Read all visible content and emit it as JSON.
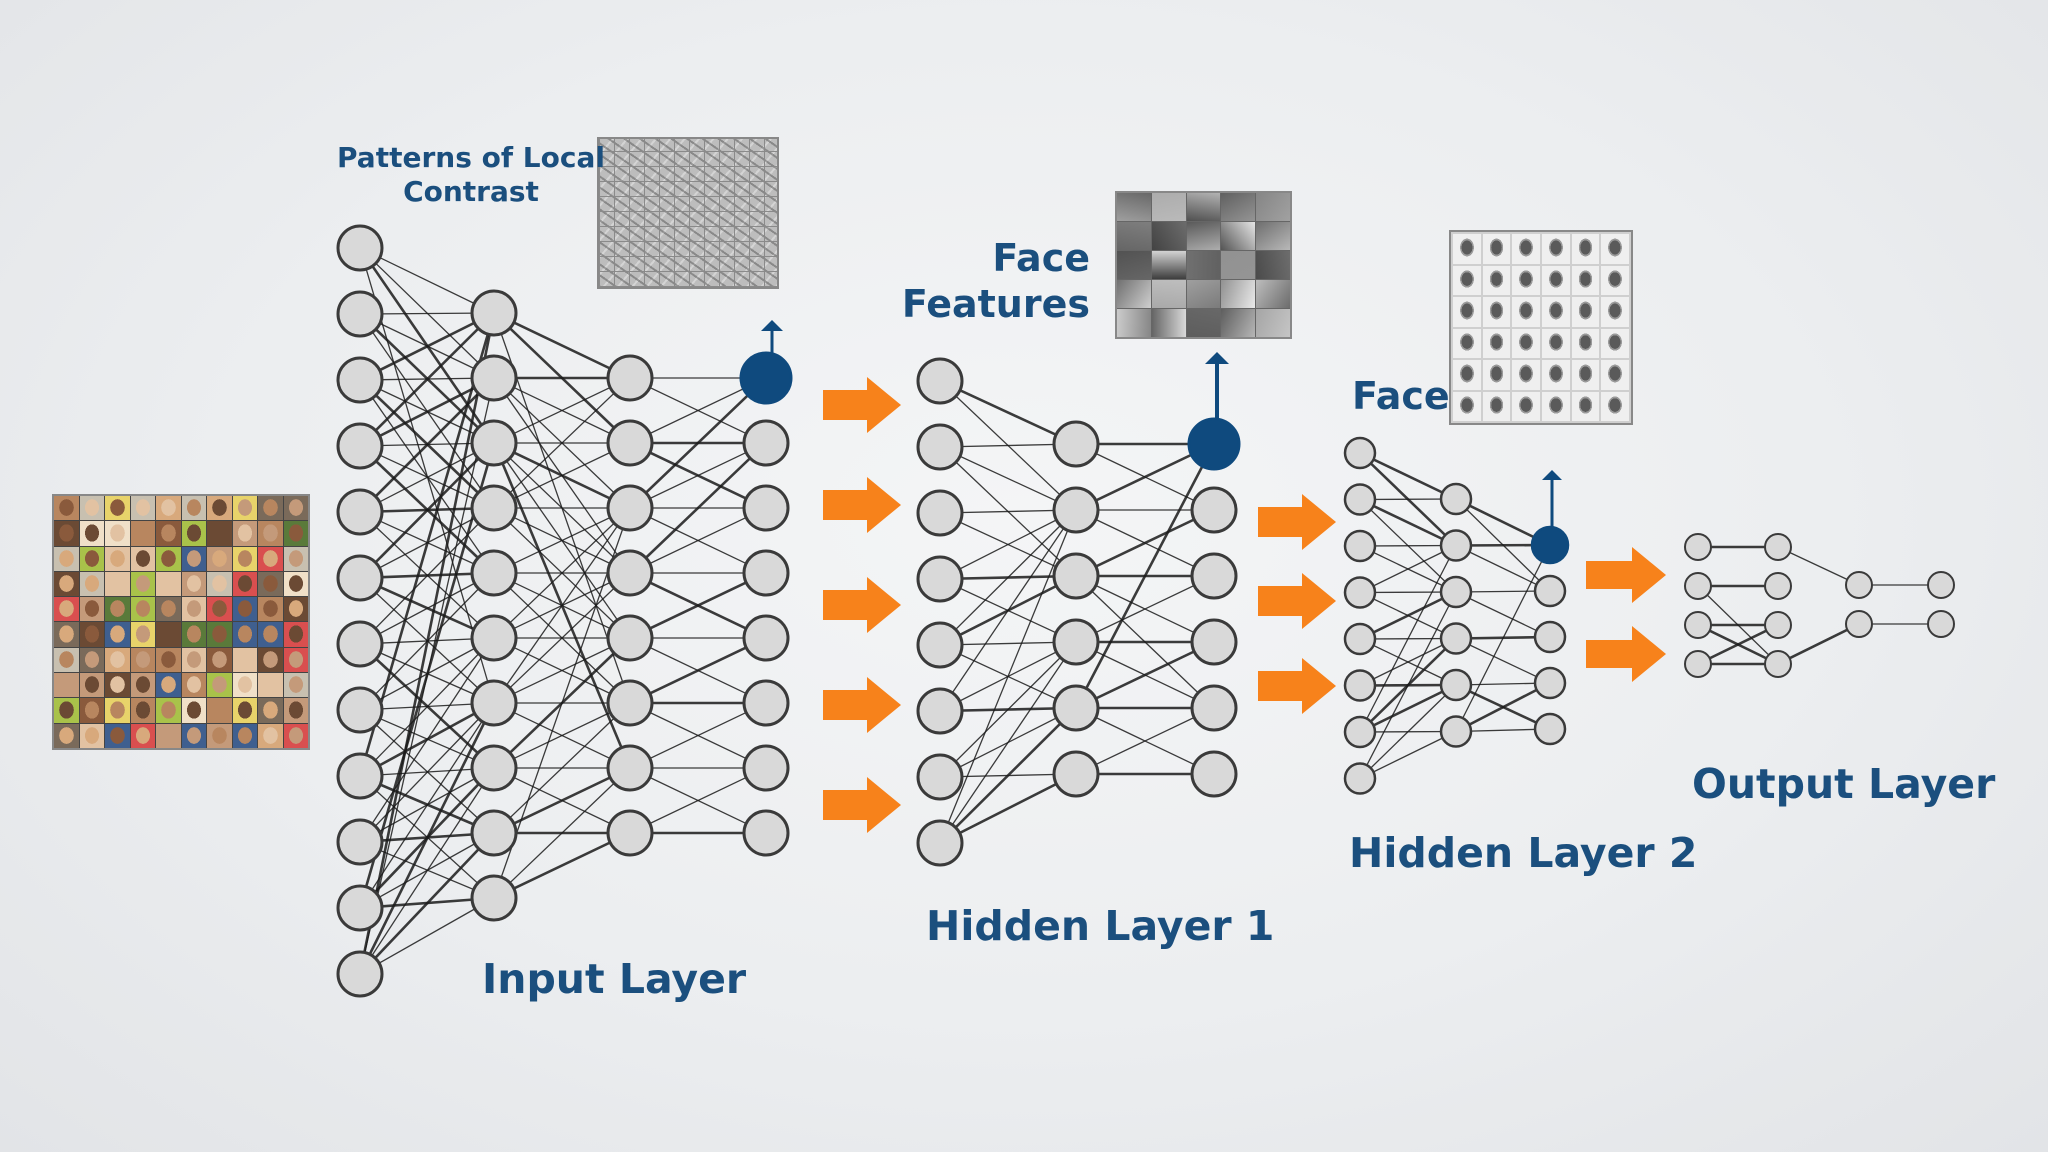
{
  "labels": {
    "patterns": "Patterns of Local Contrast",
    "face_features": "Face Features",
    "face": "Face",
    "input_layer": "Input Layer",
    "hidden_layer_1": "Hidden Layer 1",
    "hidden_layer_2": "Hidden Layer 2",
    "output_layer": "Output Layer"
  },
  "colors": {
    "accent": "#f7821b",
    "highlight_node": "#0f4a7e",
    "label": "#1b4f7e",
    "node_fill": "#d9d9d9",
    "node_stroke": "#3a3a3a",
    "edge": "#1a1a1a"
  },
  "network": {
    "input_stage_nodes": [
      12,
      10,
      8,
      8
    ],
    "hidden_1_nodes": [
      8,
      6,
      6
    ],
    "hidden_2_nodes": [
      8,
      6,
      5
    ],
    "output_nodes": [
      4,
      4,
      2,
      2
    ]
  },
  "icons": [
    "arrow-right-icon",
    "arrow-up-icon"
  ]
}
